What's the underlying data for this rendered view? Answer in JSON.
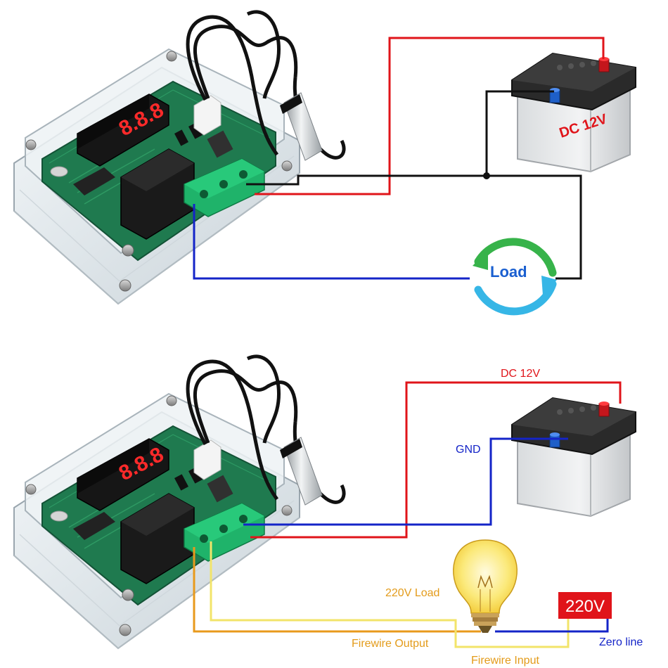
{
  "top_diagram": {
    "battery_label": "DC 12V",
    "load_label": "Load"
  },
  "bottom_diagram": {
    "dc_label": "DC 12V",
    "gnd_label": "GND",
    "load_label": "220V Load",
    "mains_label": "220V",
    "zero_line_label": "Zero line",
    "fire_output_label": "Firewire Output",
    "fire_input_label": "Firewire Input"
  },
  "module": {
    "display_digits": "8.8.8"
  },
  "colors": {
    "positive_wire": "#e0141a",
    "negative_wire": "#111111",
    "gnd_wire": "#1424c8",
    "fire_output_wire": "#e89a1c",
    "fire_input_wire": "#f2e46a",
    "zero_wire": "#1424c8",
    "label_orange": "#e39b1a",
    "mains_badge": "#e0141a",
    "load_green": "#37b34a",
    "load_blue": "#36b6e6",
    "pcb_green": "#1f7a4f",
    "terminal_green": "#1fb36a",
    "display_red": "#ff2a2a"
  }
}
